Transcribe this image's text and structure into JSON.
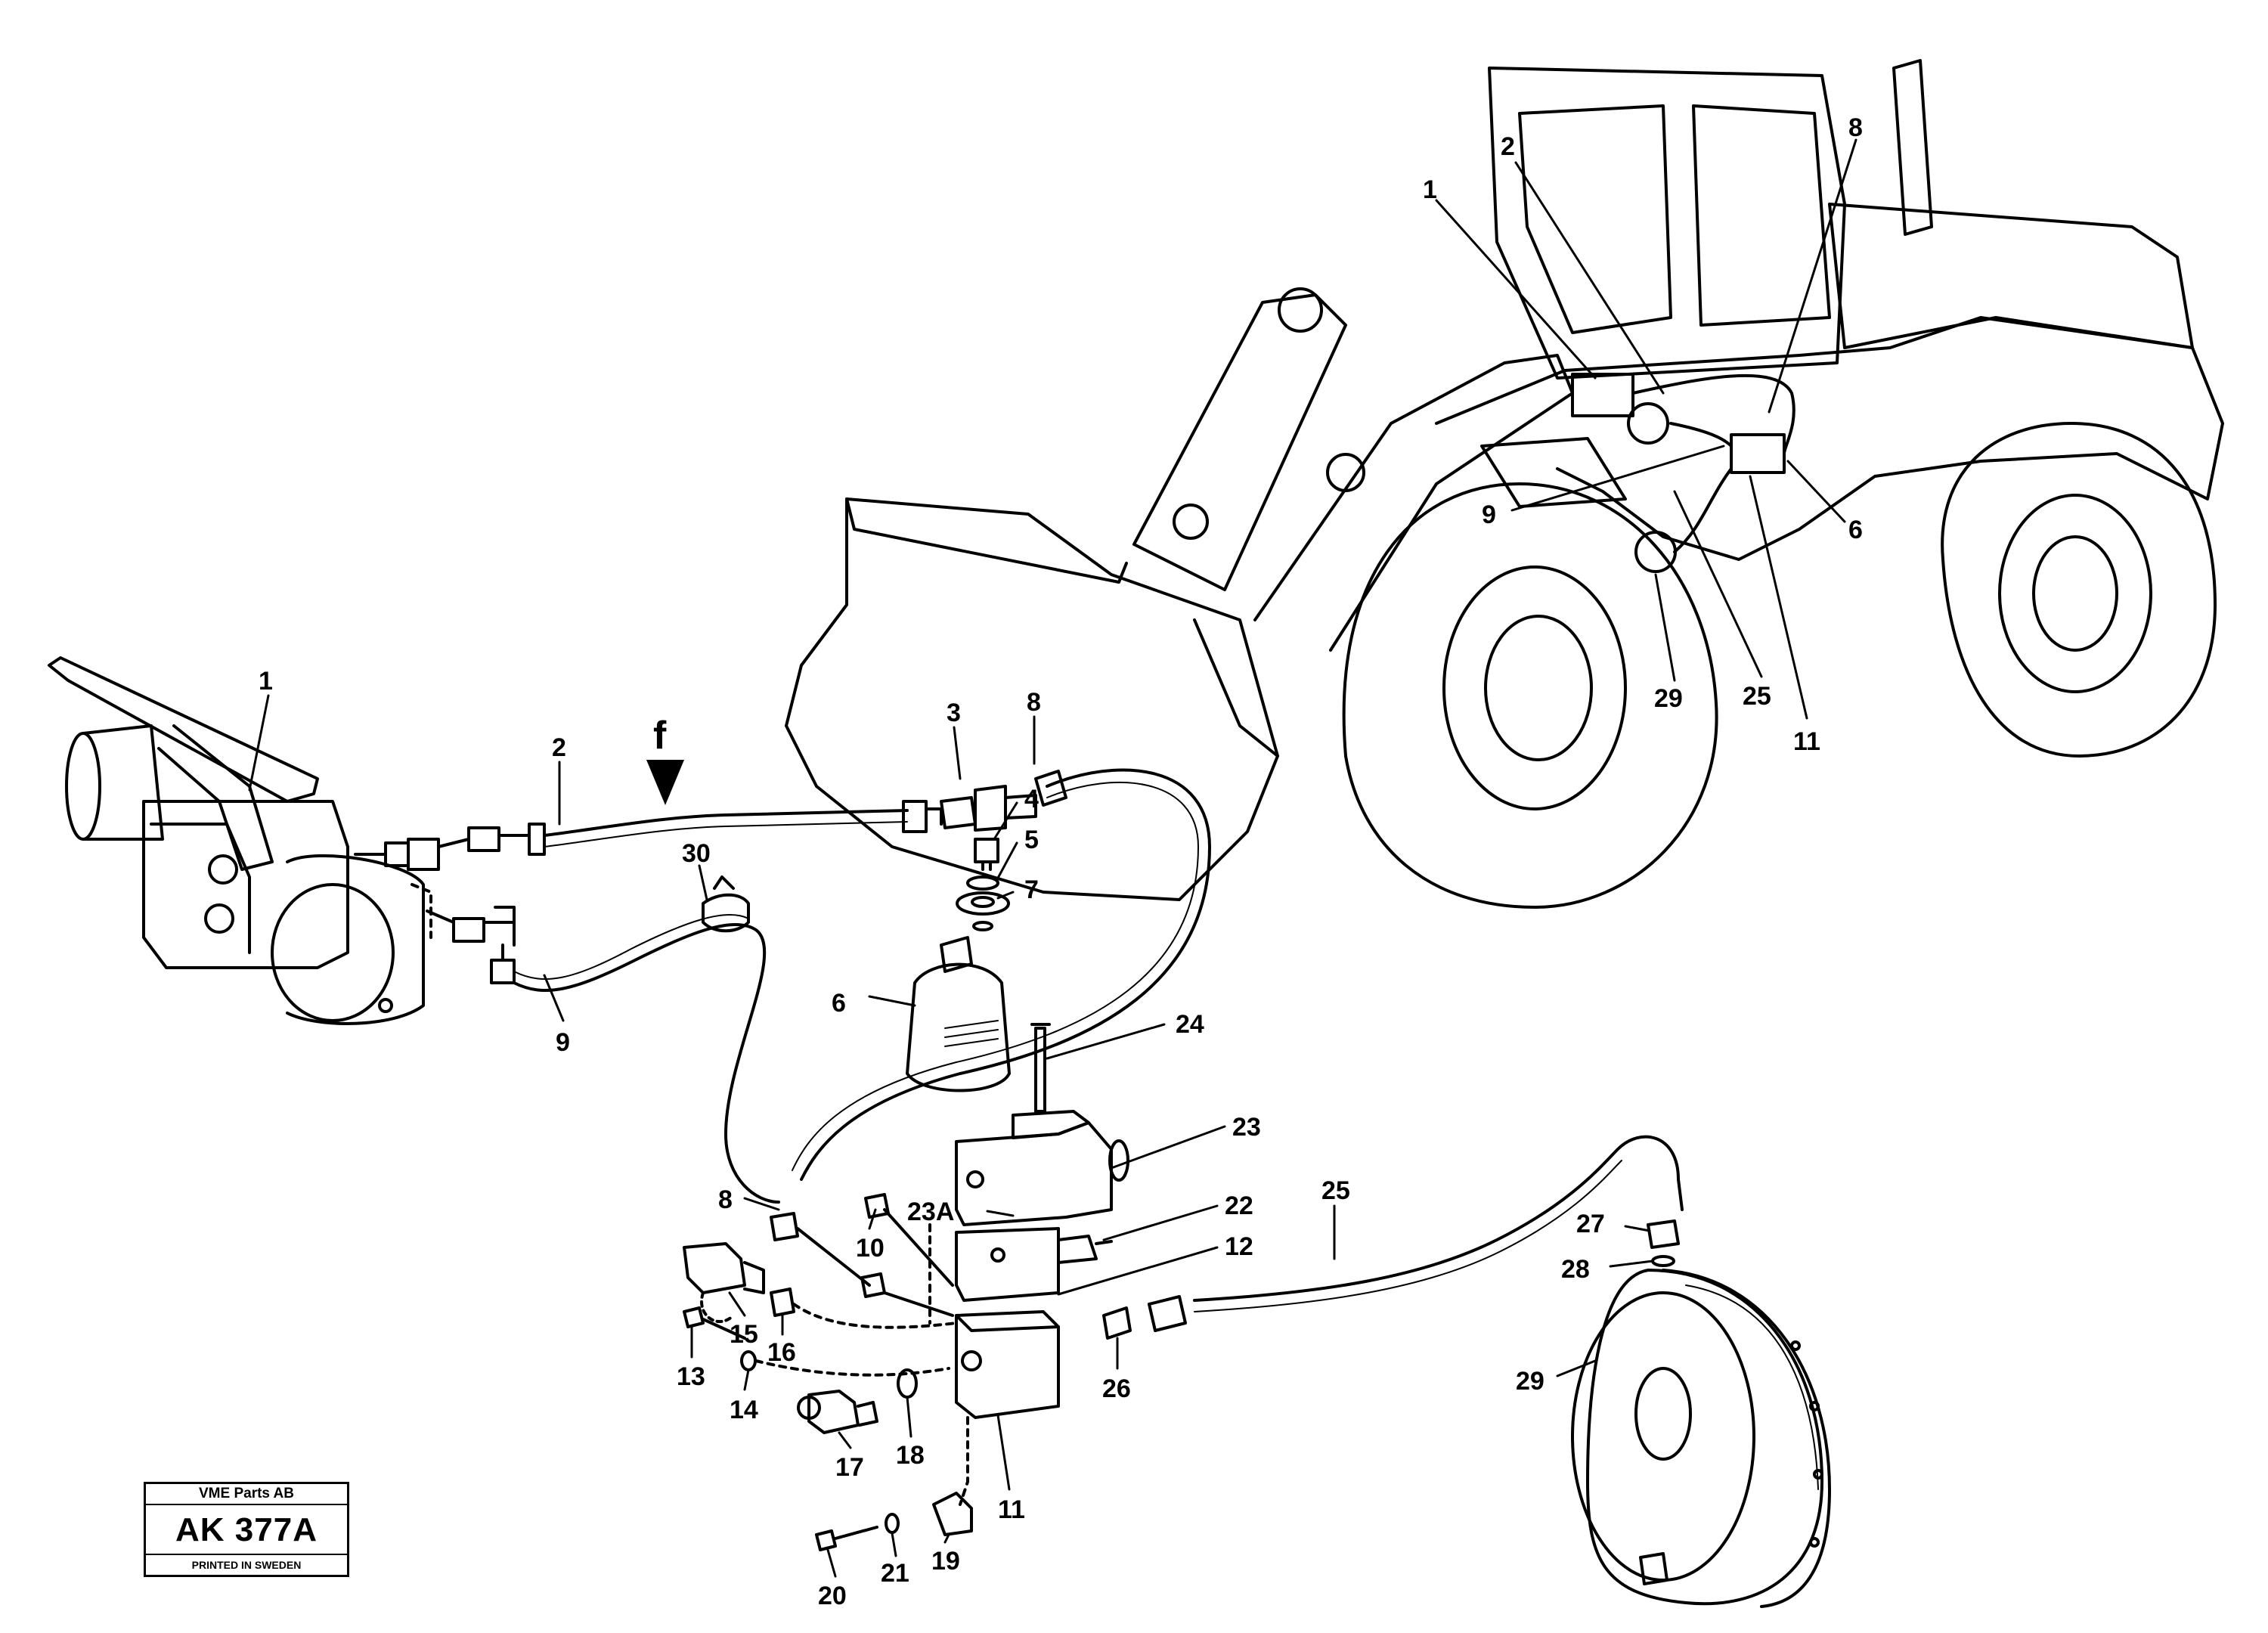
{
  "callouts": {
    "c1": "1",
    "c2": "2",
    "c3": "3",
    "c4": "4",
    "c5": "5",
    "c6": "6",
    "c7": "7",
    "c8": "8",
    "c9": "9",
    "c10": "10",
    "c11": "11",
    "c12": "12",
    "c13": "13",
    "c14": "14",
    "c15": "15",
    "c16": "16",
    "c17": "17",
    "c18": "18",
    "c19": "19",
    "c20": "20",
    "c21": "21",
    "c22": "22",
    "c23": "23",
    "c23a": "23A",
    "c24": "24",
    "c25": "25",
    "c26": "26",
    "c27": "27",
    "c28": "28",
    "c29": "29",
    "c30": "30",
    "m1": "1",
    "m2": "2",
    "m6": "6",
    "m8": "8",
    "m9": "9",
    "m11": "11",
    "m25": "25",
    "m29": "29"
  },
  "flow_marker": "f",
  "stamp": {
    "company": "VME Parts AB",
    "code": "AK 377A",
    "printed": "PRINTED IN SWEDEN"
  }
}
